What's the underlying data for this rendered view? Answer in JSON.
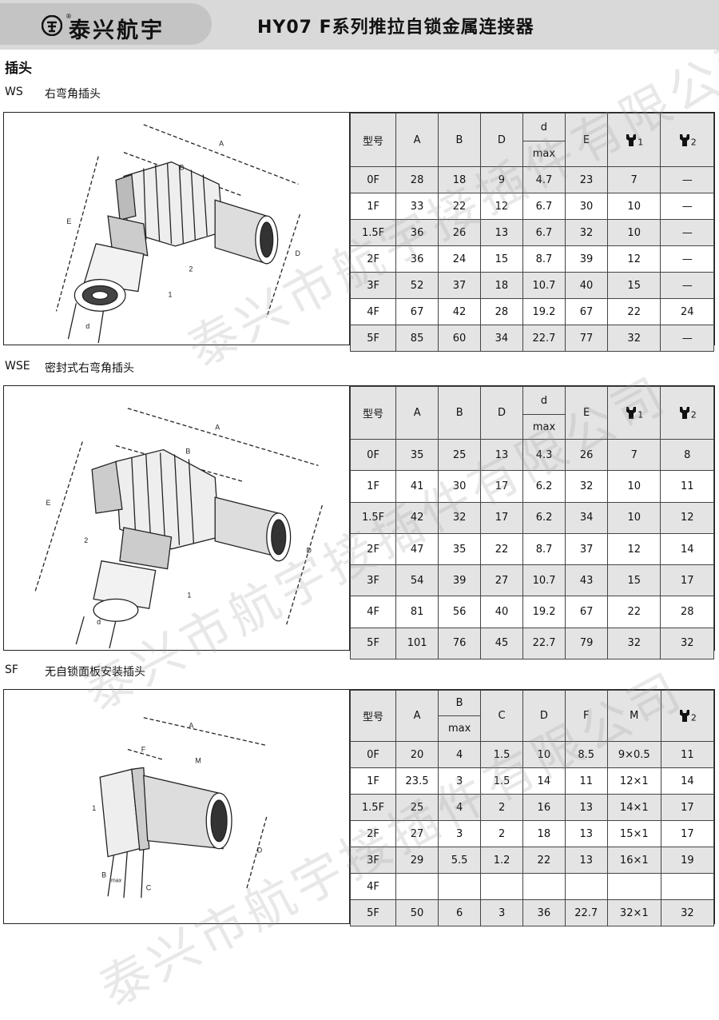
{
  "header": {
    "logo_text": "泰兴航宇",
    "registered_mark": "®",
    "title": "HY07 F系列推拉自锁金属连接器"
  },
  "section_title": "插头",
  "watermark": "泰兴市航宇接插件有限公司",
  "sections": [
    {
      "code": "WS",
      "name": "右弯角插头",
      "drawing_labels": {
        "A": "A",
        "B": "B",
        "E": "E",
        "D": "D",
        "d": "d",
        "w1": "1",
        "w2": "2"
      },
      "headers": [
        "型号",
        "A",
        "B",
        "D",
        "d",
        "E",
        "1",
        "2"
      ],
      "subheader": "max",
      "rows": [
        [
          "0F",
          "28",
          "18",
          "9",
          "4.7",
          "23",
          "7",
          "—"
        ],
        [
          "1F",
          "33",
          "22",
          "12",
          "6.7",
          "30",
          "10",
          "—"
        ],
        [
          "1.5F",
          "36",
          "26",
          "13",
          "6.7",
          "32",
          "10",
          "—"
        ],
        [
          "2F",
          "36",
          "24",
          "15",
          "8.7",
          "39",
          "12",
          "—"
        ],
        [
          "3F",
          "52",
          "37",
          "18",
          "10.7",
          "40",
          "15",
          "—"
        ],
        [
          "4F",
          "67",
          "42",
          "28",
          "19.2",
          "67",
          "22",
          "24"
        ],
        [
          "5F",
          "85",
          "60",
          "34",
          "22.7",
          "77",
          "32",
          "—"
        ]
      ]
    },
    {
      "code": "WSE",
      "name": "密封式右弯角插头",
      "drawing_labels": {
        "A": "A",
        "B": "B",
        "E": "E",
        "D": "D",
        "d": "d",
        "w1": "1",
        "w2": "2"
      },
      "headers": [
        "型号",
        "A",
        "B",
        "D",
        "d",
        "E",
        "1",
        "2"
      ],
      "subheader": "max",
      "rows": [
        [
          "0F",
          "35",
          "25",
          "13",
          "4.3",
          "26",
          "7",
          "8"
        ],
        [
          "1F",
          "41",
          "30",
          "17",
          "6.2",
          "32",
          "10",
          "11"
        ],
        [
          "1.5F",
          "42",
          "32",
          "17",
          "6.2",
          "34",
          "10",
          "12"
        ],
        [
          "2F",
          "47",
          "35",
          "22",
          "8.7",
          "37",
          "12",
          "14"
        ],
        [
          "3F",
          "54",
          "39",
          "27",
          "10.7",
          "43",
          "15",
          "17"
        ],
        [
          "4F",
          "81",
          "56",
          "40",
          "19.2",
          "67",
          "22",
          "28"
        ],
        [
          "5F",
          "101",
          "76",
          "45",
          "22.7",
          "79",
          "32",
          "32"
        ]
      ]
    },
    {
      "code": "SF",
      "name": "无自锁面板安装插头",
      "drawing_labels": {
        "A": "A",
        "F": "F",
        "M": "M",
        "D": "D",
        "B": "B",
        "max": "max",
        "C": "C",
        "w1": "1"
      },
      "headers": [
        "型号",
        "A",
        "B",
        "C",
        "D",
        "F",
        "M",
        "2"
      ],
      "subheader": "max",
      "rows": [
        [
          "0F",
          "20",
          "4",
          "1.5",
          "10",
          "8.5",
          "9×0.5",
          "11"
        ],
        [
          "1F",
          "23.5",
          "3",
          "1.5",
          "14",
          "11",
          "12×1",
          "14"
        ],
        [
          "1.5F",
          "25",
          "4",
          "2",
          "16",
          "13",
          "14×1",
          "17"
        ],
        [
          "2F",
          "27",
          "3",
          "2",
          "18",
          "13",
          "15×1",
          "17"
        ],
        [
          "3F",
          "29",
          "5.5",
          "1.2",
          "22",
          "13",
          "16×1",
          "19"
        ],
        [
          "4F",
          "",
          "",
          "",
          "",
          "",
          "",
          ""
        ],
        [
          "5F",
          "50",
          "6",
          "3",
          "36",
          "22.7",
          "32×1",
          "32"
        ]
      ]
    }
  ]
}
